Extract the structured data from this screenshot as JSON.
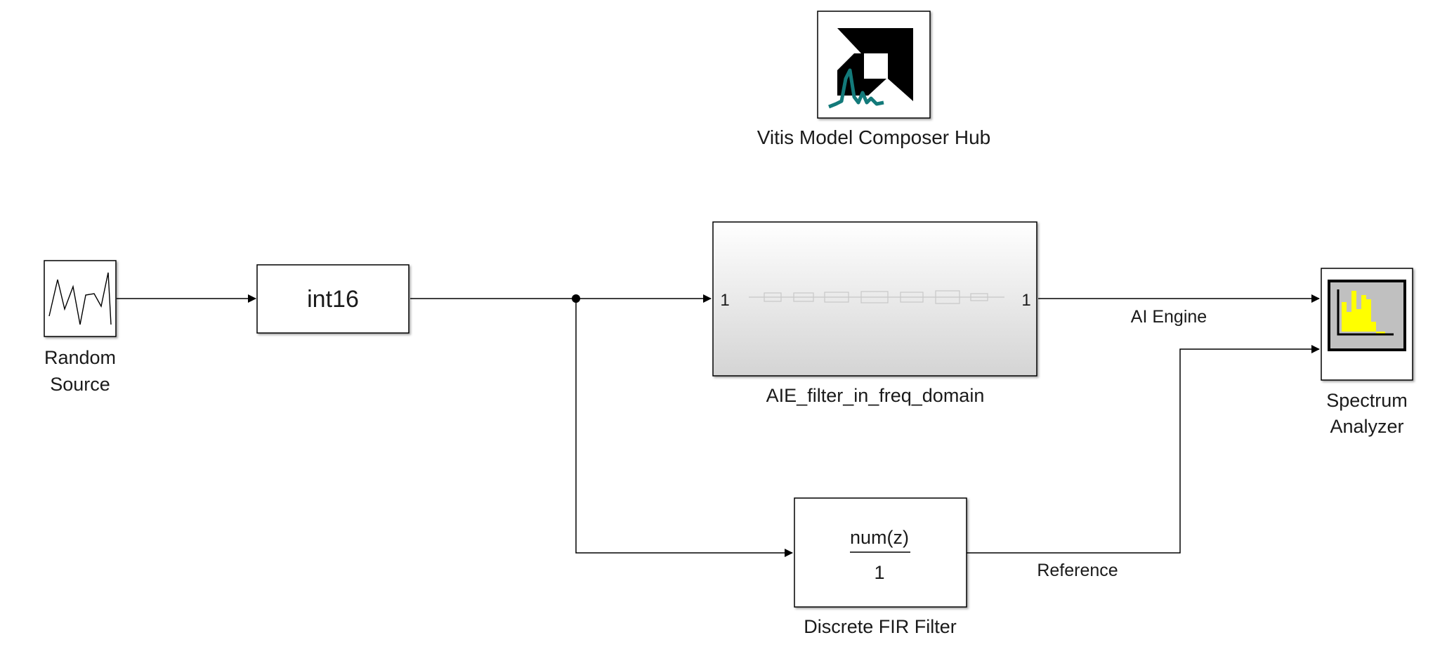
{
  "hub": {
    "label": "Vitis Model Composer Hub",
    "icon": "amd-logo-icon"
  },
  "blocks": {
    "random_source": {
      "label_line1": "Random",
      "label_line2": "Source",
      "icon": "random-signal-icon"
    },
    "convert": {
      "text": "int16"
    },
    "aie_subsystem": {
      "label": "AIE_filter_in_freq_domain",
      "in_port": "1",
      "out_port": "1"
    },
    "fir": {
      "numerator": "num(z)",
      "denominator": "1",
      "label": "Discrete FIR Filter"
    },
    "spectrum": {
      "label_line1": "Spectrum",
      "label_line2": "Analyzer",
      "icon": "spectrum-bars-icon"
    }
  },
  "signals": {
    "aie_out": "AI Engine",
    "fir_out": "Reference"
  },
  "colors": {
    "spectrum_bars": "#ffff00",
    "spectrum_bg": "#c0c0c0",
    "hub_wave": "#137a7a",
    "block_border": "#000000"
  }
}
